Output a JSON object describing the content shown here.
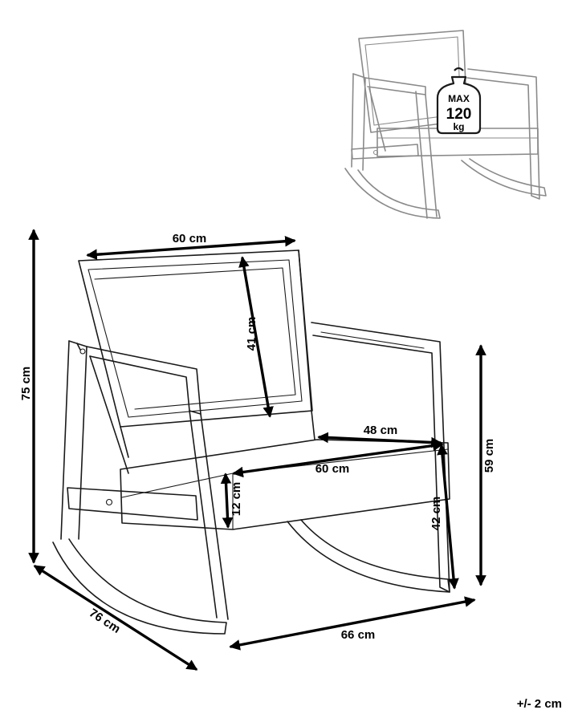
{
  "diagram": {
    "badge": {
      "top": "MAX",
      "value": "120",
      "unit": "kg"
    },
    "dimensions": {
      "back_width": "60 cm",
      "back_height": "41 cm",
      "total_height": "75 cm",
      "seat_depth": "48 cm",
      "seat_width": "60 cm",
      "seat_thickness": "12 cm",
      "seat_height": "42 cm",
      "armrest_height": "59 cm",
      "total_depth": "76 cm",
      "total_width": "66 cm"
    },
    "tolerance": "+/- 2 cm"
  }
}
